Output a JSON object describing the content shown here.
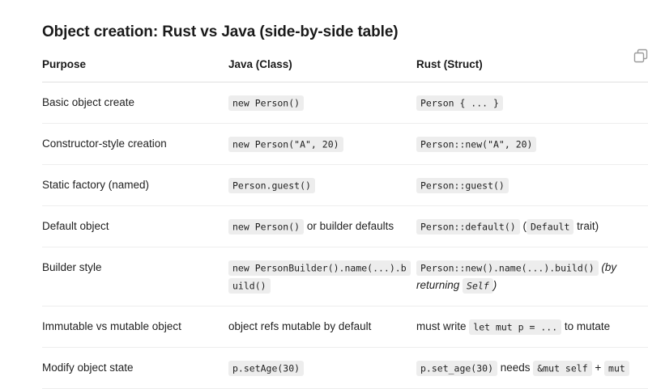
{
  "document": {
    "title": "Object creation: Rust vs Java (side-by-side table)"
  },
  "toolbar": {
    "copy_icon": "copy-icon"
  },
  "table": {
    "headers": {
      "purpose": "Purpose",
      "java": "Java (Class)",
      "rust": "Rust (Struct)"
    },
    "rows": [
      {
        "purpose": "Basic object create",
        "java": {
          "code": "new Person()"
        },
        "rust": {
          "code": "Person { ... }"
        }
      },
      {
        "purpose": "Constructor-style creation",
        "java": {
          "code": "new Person(\"A\", 20)"
        },
        "rust": {
          "code": "Person::new(\"A\", 20)"
        }
      },
      {
        "purpose": "Static factory (named)",
        "java": {
          "code": "Person.guest()"
        },
        "rust": {
          "code": "Person::guest()"
        }
      },
      {
        "purpose": "Default object",
        "java": {
          "code": "new Person()",
          "after": " or builder defaults"
        },
        "rust": {
          "code": "Person::default()",
          "mid": " (",
          "code2": "Default",
          "after": " trait)"
        }
      },
      {
        "purpose": "Builder style",
        "java": {
          "code": "new PersonBuilder().name(...).build()"
        },
        "rust": {
          "code": "Person::new().name(...).build()",
          "mid": " (by returning ",
          "code2": "Self",
          "after": ")"
        }
      },
      {
        "purpose": "Immutable vs mutable object",
        "java": {
          "text": "object refs mutable by default"
        },
        "rust": {
          "before": "must write ",
          "code": "let mut p = ...",
          "after": " to mutate"
        }
      },
      {
        "purpose": "Modify object state",
        "java": {
          "code": "p.setAge(30)"
        },
        "rust": {
          "code": "p.set_age(30)",
          "mid": " needs ",
          "code2": "&mut self",
          "between": " + ",
          "code3": "mut"
        }
      }
    ]
  },
  "colors": {
    "page_background": "#ffffff",
    "text": "#1f1f1f",
    "code_background": "#ededed",
    "header_rule": "#e0e0e0",
    "row_rule": "#eeeeee"
  }
}
